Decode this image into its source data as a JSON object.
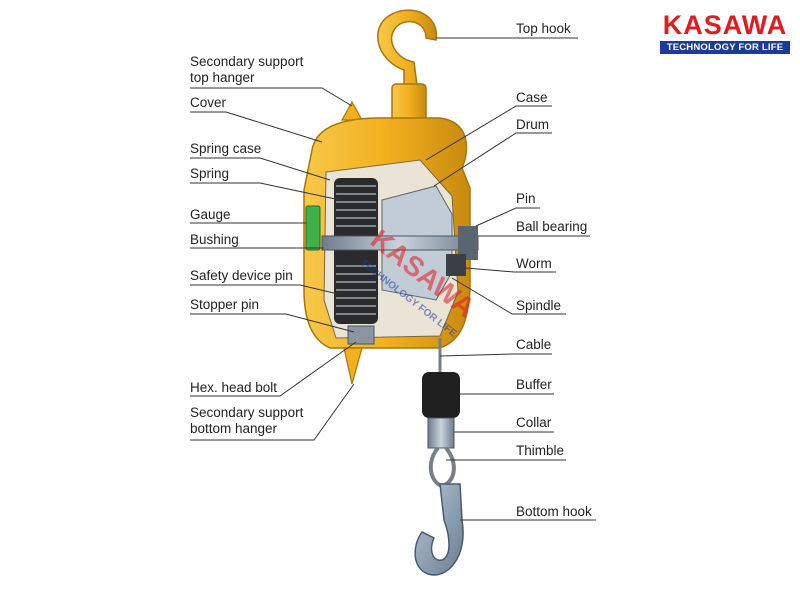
{
  "logo": {
    "brand": "KASAWA",
    "tagline": "TECHNOLOGY FOR LIFE",
    "brand_color": "#e11b22",
    "tag_bg": "#1d3a9a"
  },
  "labels": {
    "left": [
      "Secondary support\ntop hanger",
      "Cover",
      "Spring case",
      "Spring",
      "Gauge",
      "Bushing",
      "Safety device pin",
      "Stopper pin",
      "Hex. head bolt",
      "Secondary support\nbottom hanger"
    ],
    "right": [
      "Top hook",
      "Case",
      "Drum",
      "Pin",
      "Ball bearing",
      "Worm",
      "Spindle",
      "Cable",
      "Buffer",
      "Collar",
      "Thimble",
      "Bottom hook"
    ]
  },
  "watermark": {
    "brand": "KASAWA",
    "tagline": "TECHNOLOGY FOR LIFE"
  },
  "colors": {
    "body_yellow": "#f2b01e",
    "body_shadow": "#c88a10",
    "hook_gray": "#8fa0b3",
    "leader_line": "#333333"
  }
}
